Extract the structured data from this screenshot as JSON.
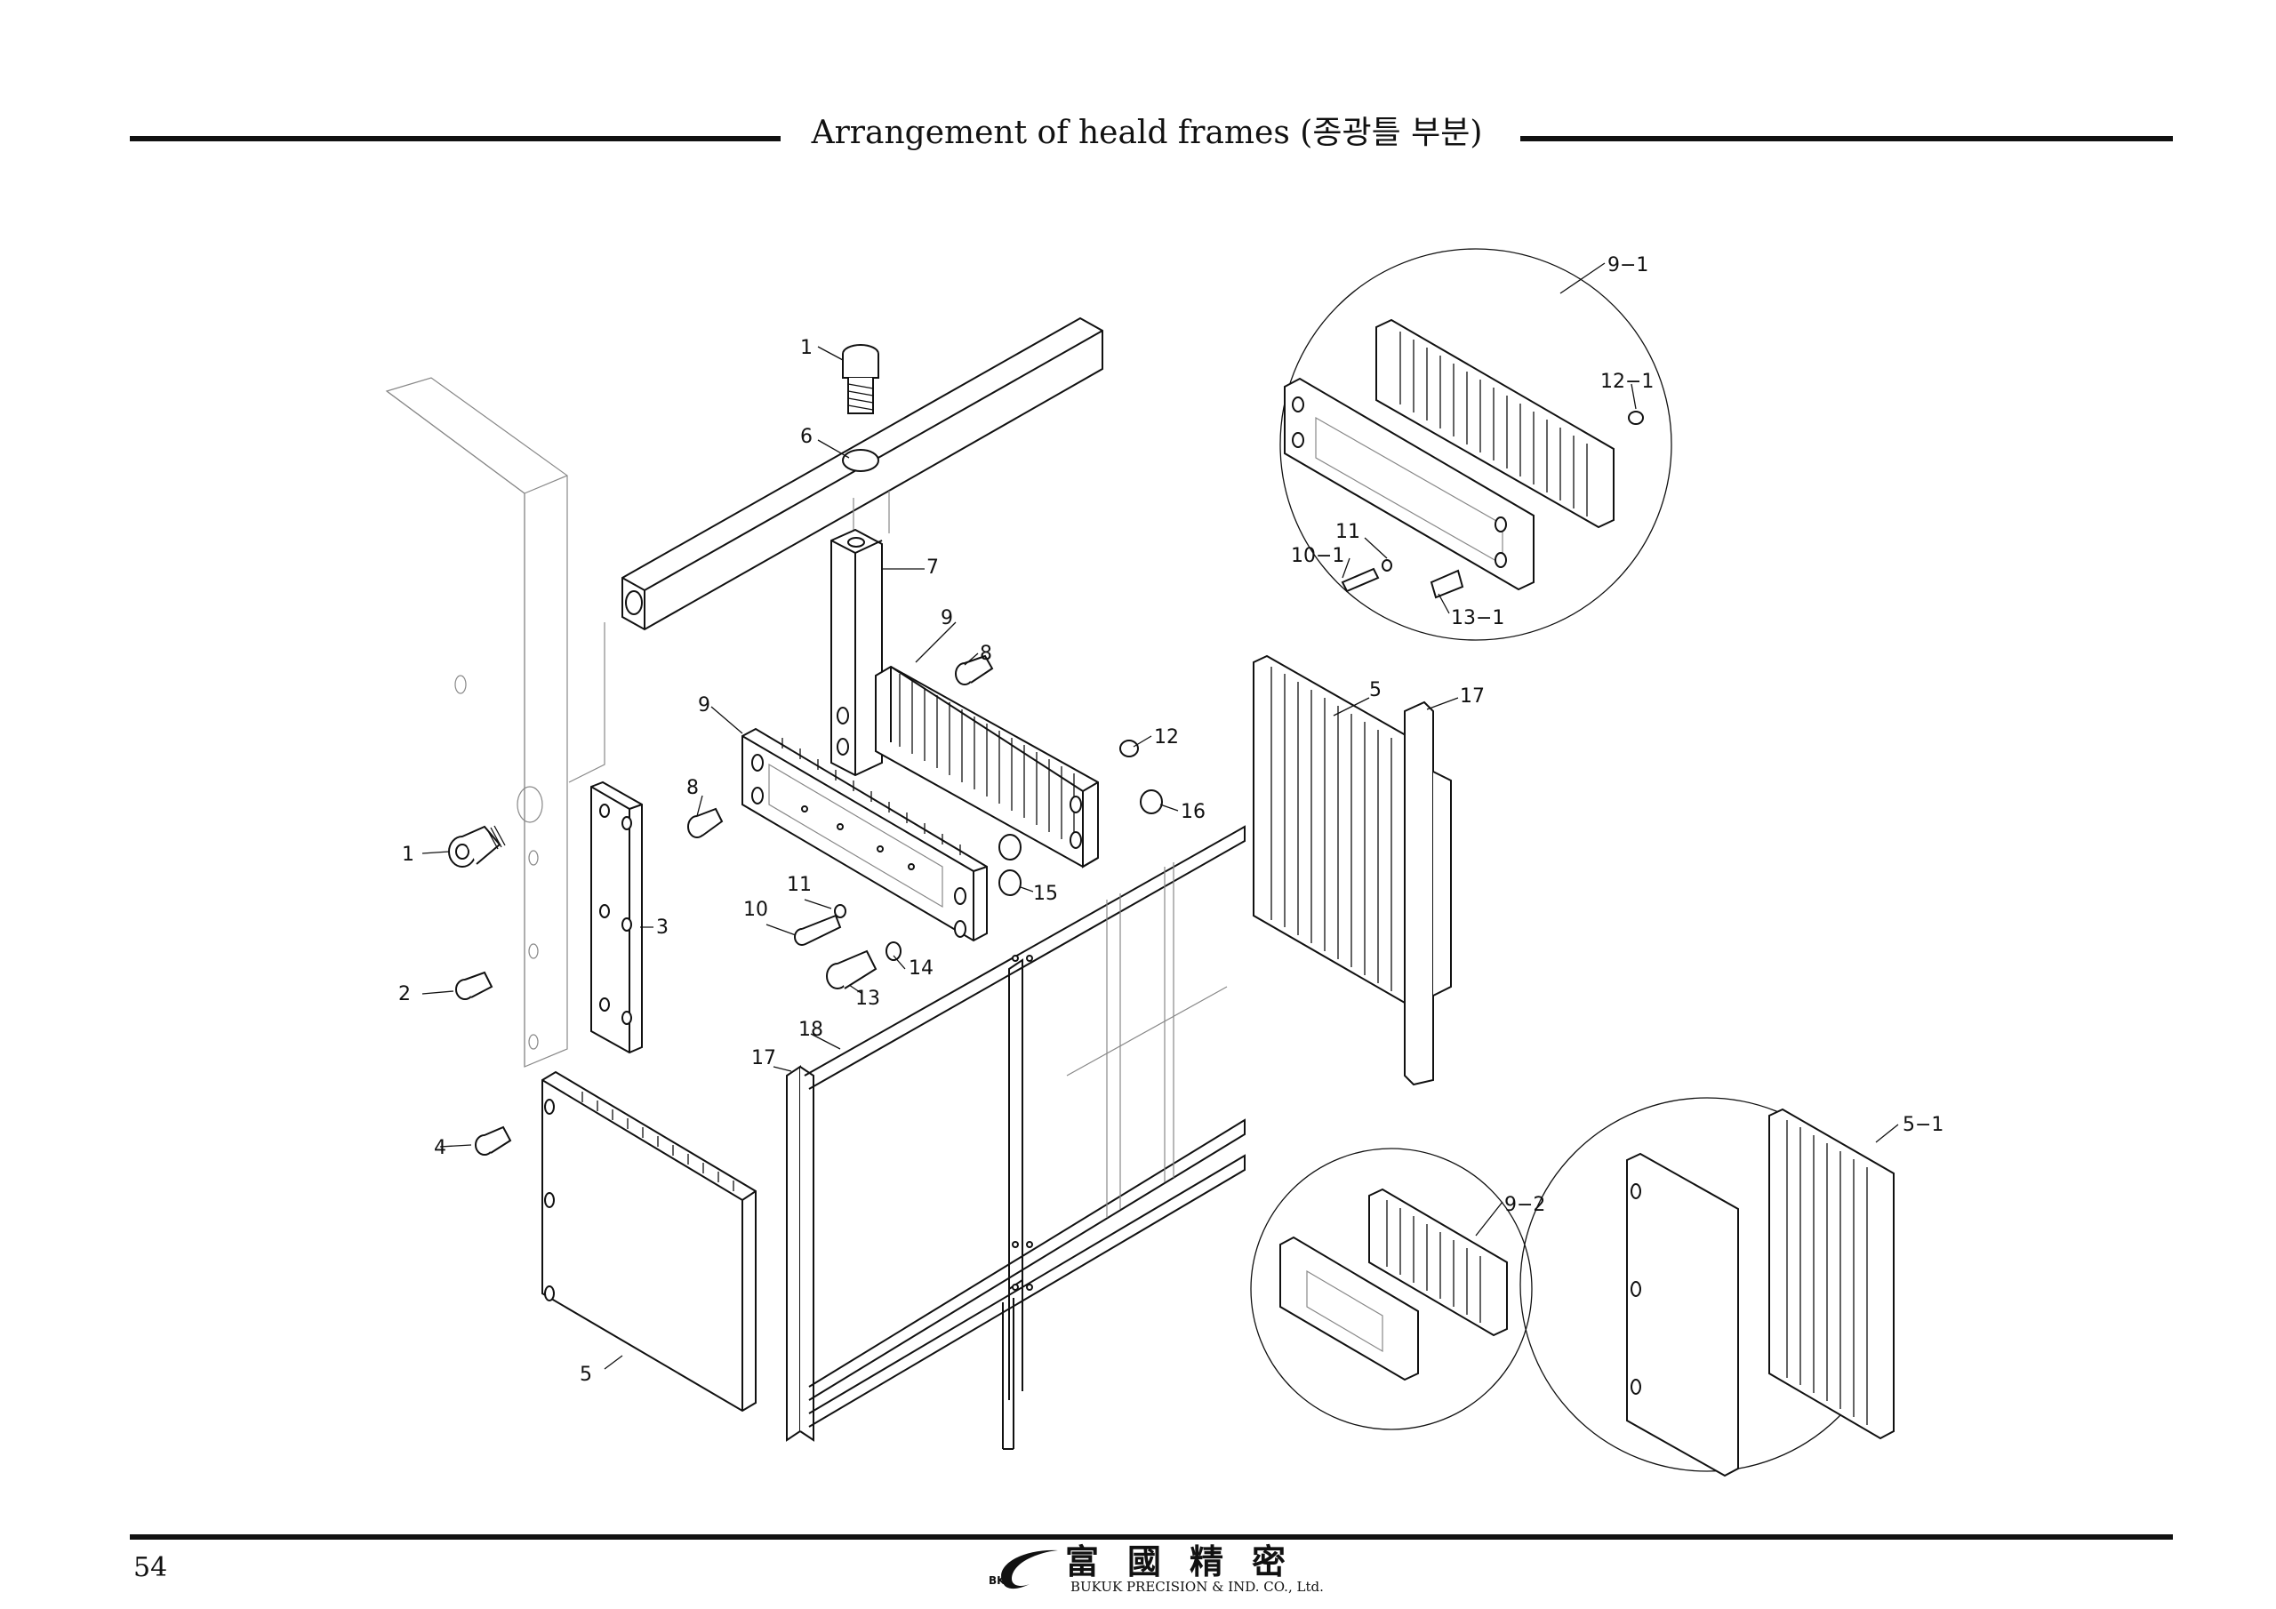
{
  "header": {
    "title": "Arrangement of heald frames (종광틀 부분)"
  },
  "footer": {
    "page_number": "54",
    "logo": {
      "mark": "BK",
      "hanja": "富國精密",
      "company": "BUKUK PRECISION & IND. CO., Ltd."
    }
  },
  "callouts": {
    "c1a": "1",
    "c6": "6",
    "c7": "7",
    "c9a": "9",
    "c8a": "8",
    "c9b": "9",
    "c12": "12",
    "c16": "16",
    "c8b": "8",
    "c1b": "1",
    "c3": "3",
    "c15": "15",
    "c11": "11",
    "c10": "10",
    "c14": "14",
    "c2": "2",
    "c13": "13",
    "c18": "18",
    "c17a": "17",
    "c4": "4",
    "c5a": "5",
    "c5b": "5",
    "c17b": "17",
    "c9_1": "9−1",
    "c12_1": "12−1",
    "c11b": "11",
    "c10_1": "10−1",
    "c13_1": "13−1",
    "c9_2": "9−2",
    "c5_1": "5−1"
  }
}
